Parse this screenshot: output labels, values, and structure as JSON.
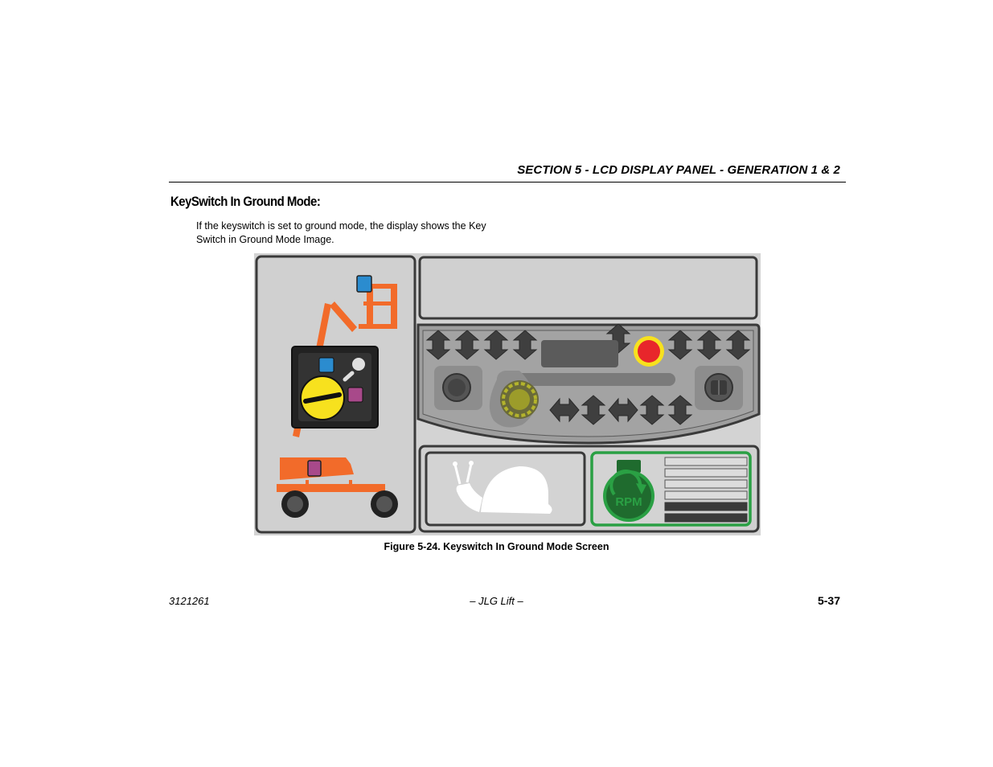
{
  "header": {
    "section_title": "SECTION 5 - LCD DISPLAY PANEL - GENERATION 1 & 2"
  },
  "content": {
    "heading": "KeySwitch In Ground Mode:",
    "paragraph_line1": "If the keyswitch is set to ground mode, the display shows the Key",
    "paragraph_line2": "Switch in Ground Mode Image."
  },
  "figure": {
    "rpm_label": "RPM",
    "caption": "Figure 5-24. Keyswitch In Ground Mode Screen",
    "colors": {
      "panel_gray": "#d3d3d3",
      "machine_orange": "#f26b2a",
      "platform_blue": "#2b8ccf",
      "ground_purple": "#a8498a",
      "key_yellow": "#f7e11e",
      "estop_red": "#e8262b",
      "rpm_green": "#2aa044"
    }
  },
  "footer": {
    "doc_number": "3121261",
    "center_text": "– JLG Lift –",
    "page_number": "5-37"
  }
}
